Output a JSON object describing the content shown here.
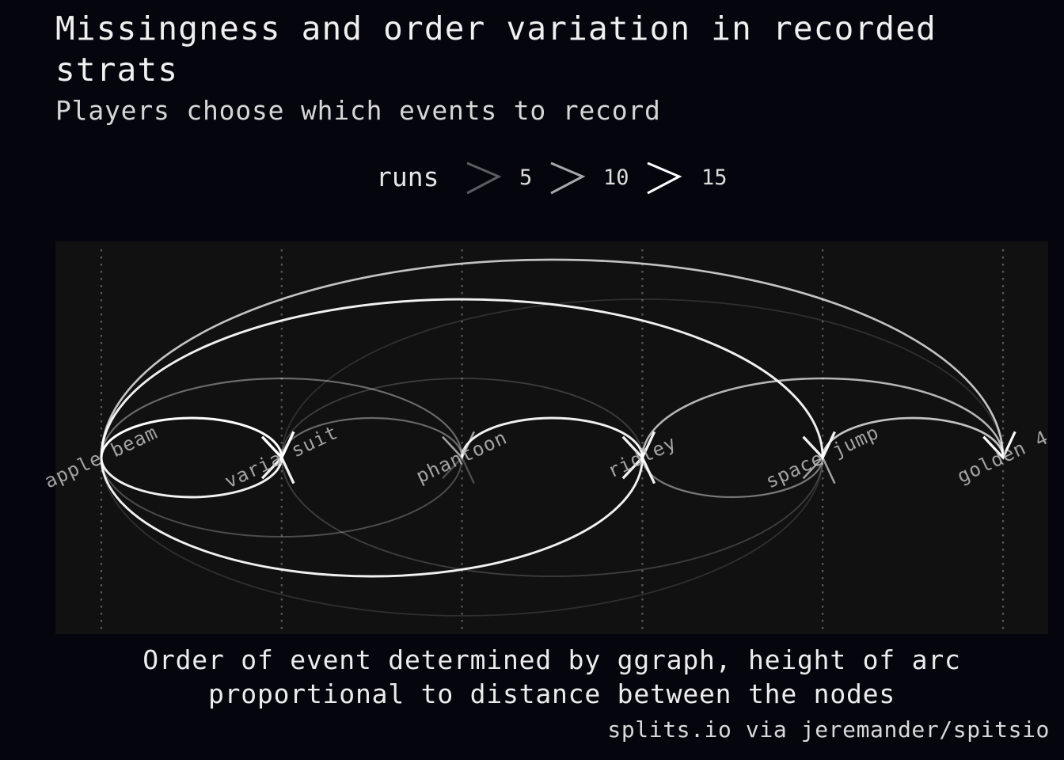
{
  "title": "Missingness and order variation in recorded strats",
  "subtitle": "Players choose which events to record",
  "legend": {
    "title": "runs",
    "breaks": [
      5,
      10,
      15
    ],
    "labels": [
      "5",
      "10",
      "15"
    ]
  },
  "caption": "Order of event determined by ggraph, height of arc\nproportional to distance between the nodes",
  "source": "splits.io via jeremander/spitsio",
  "colors": {
    "page_background": "#05050d",
    "panel_background": "#111111",
    "edge": "#ffffff",
    "text": "#e8e8e8",
    "node_label": "#bdbdbd"
  },
  "chart_data": {
    "type": "arc",
    "nodes": [
      "apple beam",
      "varia suit",
      "phantoon",
      "ridley",
      "space jump",
      "golden 4"
    ],
    "edges": [
      {
        "from": "apple beam",
        "to": "varia suit",
        "side": "above",
        "runs": 16
      },
      {
        "from": "apple beam",
        "to": "phantoon",
        "side": "above",
        "runs": 6
      },
      {
        "from": "apple beam",
        "to": "space jump",
        "side": "above",
        "runs": 15
      },
      {
        "from": "apple beam",
        "to": "golden 4",
        "side": "above",
        "runs": 12
      },
      {
        "from": "varia suit",
        "to": "phantoon",
        "side": "above",
        "runs": 6
      },
      {
        "from": "varia suit",
        "to": "ridley",
        "side": "above",
        "runs": 3
      },
      {
        "from": "varia suit",
        "to": "golden 4",
        "side": "above",
        "runs": 2
      },
      {
        "from": "phantoon",
        "to": "ridley",
        "side": "above",
        "runs": 15
      },
      {
        "from": "ridley",
        "to": "golden 4",
        "side": "above",
        "runs": 11
      },
      {
        "from": "space jump",
        "to": "golden 4",
        "side": "above",
        "runs": 12
      },
      {
        "from": "apple beam",
        "to": "varia suit",
        "side": "below",
        "runs": 15
      },
      {
        "from": "apple beam",
        "to": "phantoon",
        "side": "below",
        "runs": 4
      },
      {
        "from": "apple beam",
        "to": "ridley",
        "side": "below",
        "runs": 15
      },
      {
        "from": "apple beam",
        "to": "space jump",
        "side": "below",
        "runs": 2
      },
      {
        "from": "varia suit",
        "to": "space jump",
        "side": "below",
        "runs": 3
      },
      {
        "from": "ridley",
        "to": "space jump",
        "side": "below",
        "runs": 7
      }
    ]
  }
}
